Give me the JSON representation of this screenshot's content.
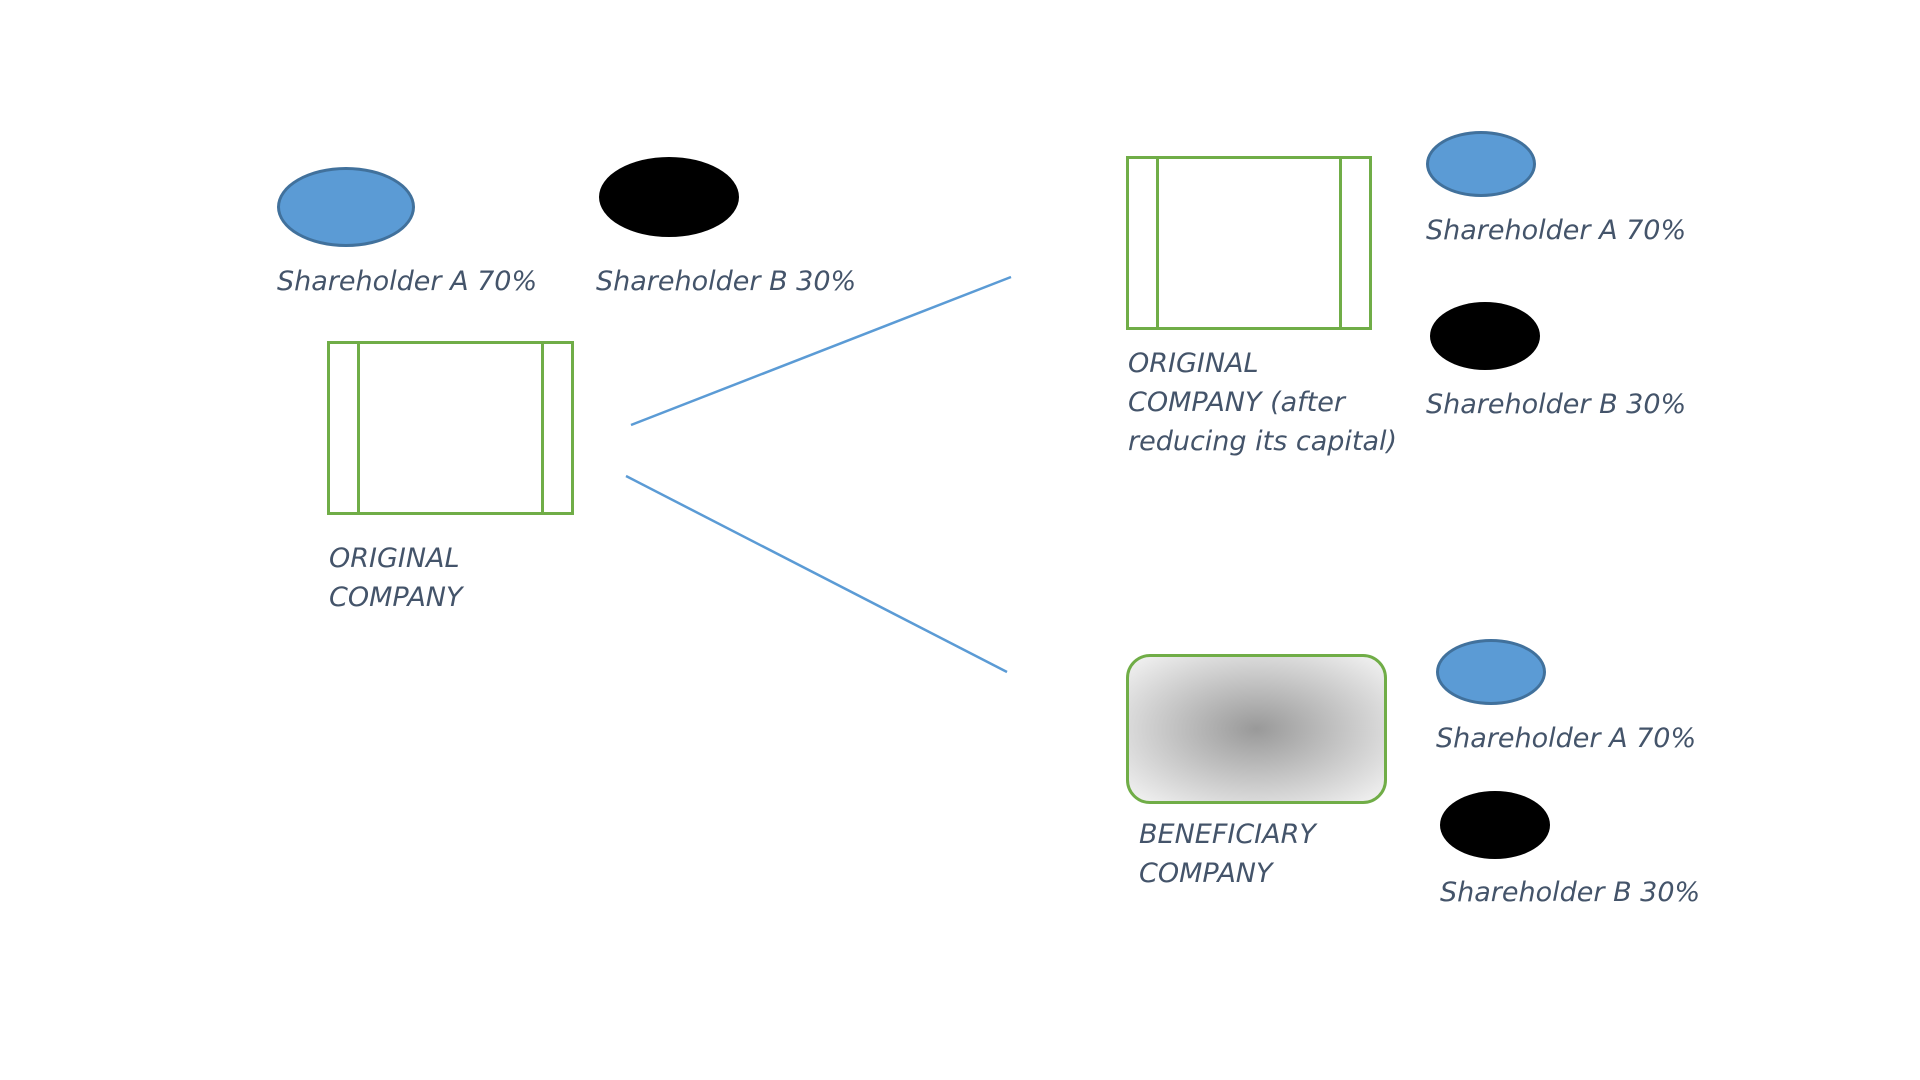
{
  "colors": {
    "shareholder_a_fill": "#5b9bd5",
    "shareholder_a_border": "#41719c",
    "shareholder_b_fill": "#000000",
    "company_border": "#70ad47",
    "connector_line": "#5b9bd5",
    "label_text": "#44546a",
    "beneficiary_gradient_center": "#999999",
    "beneficiary_gradient_edge": "#f4f4f4"
  },
  "left": {
    "shareholder_a_label": "Shareholder A 70%",
    "shareholder_b_label": "Shareholder B 30%",
    "company_label": "ORIGINAL\nCOMPANY"
  },
  "right_top": {
    "company_label": "ORIGINAL\nCOMPANY (after\nreducing its capital)",
    "shareholder_a_label": "Shareholder A 70%",
    "shareholder_b_label": "Shareholder B 30%"
  },
  "right_bottom": {
    "company_label": "BENEFICIARY\nCOMPANY",
    "shareholder_a_label": "Shareholder A 70%",
    "shareholder_b_label": "Shareholder B 30%"
  }
}
